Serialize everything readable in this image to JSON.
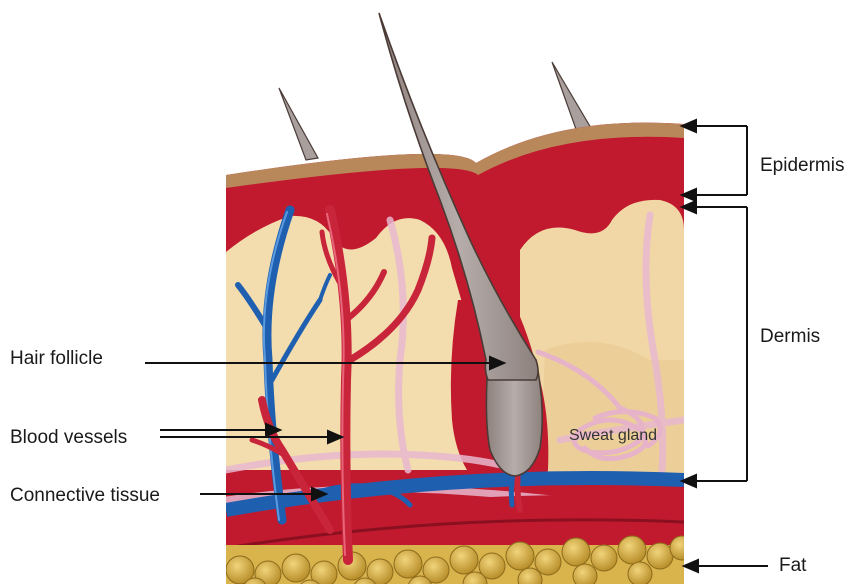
{
  "labels": {
    "hair_follicle": "Hair follicle",
    "blood_vessels": "Blood vessels",
    "connective_tissue": "Connective tissue",
    "epidermis": "Epidermis",
    "dermis": "Dermis",
    "fat": "Fat",
    "sweat_gland": "Sweat gland"
  },
  "colors": {
    "epidermis_top": "#b8875a",
    "red_layer": "#c11a2e",
    "dermis_tissue": "#f3dcae",
    "dermis_tissue_deep": "#e9c98f",
    "hair": "#a79c99",
    "hair_outline": "#4a3b36",
    "artery": "#c8243a",
    "vein": "#1f5fb0",
    "nerve_pink": "#e8b8cf",
    "fat_cell": "#c9a43a",
    "arrow": "#111111"
  }
}
